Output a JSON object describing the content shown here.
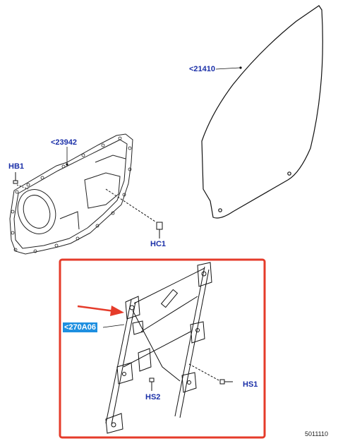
{
  "callouts": {
    "glass": "<21410",
    "panel": "<23942",
    "hb1": "HB1",
    "hc1": "HC1",
    "regulator": "<270A06",
    "hs1": "HS1",
    "hs2": "HS2"
  },
  "figure_number": "5011110",
  "colors": {
    "callout_text": "#1a2fa8",
    "highlight_bg": "#1e8fe0",
    "frame": "#e53b2a",
    "arrow": "#e53b2a"
  }
}
